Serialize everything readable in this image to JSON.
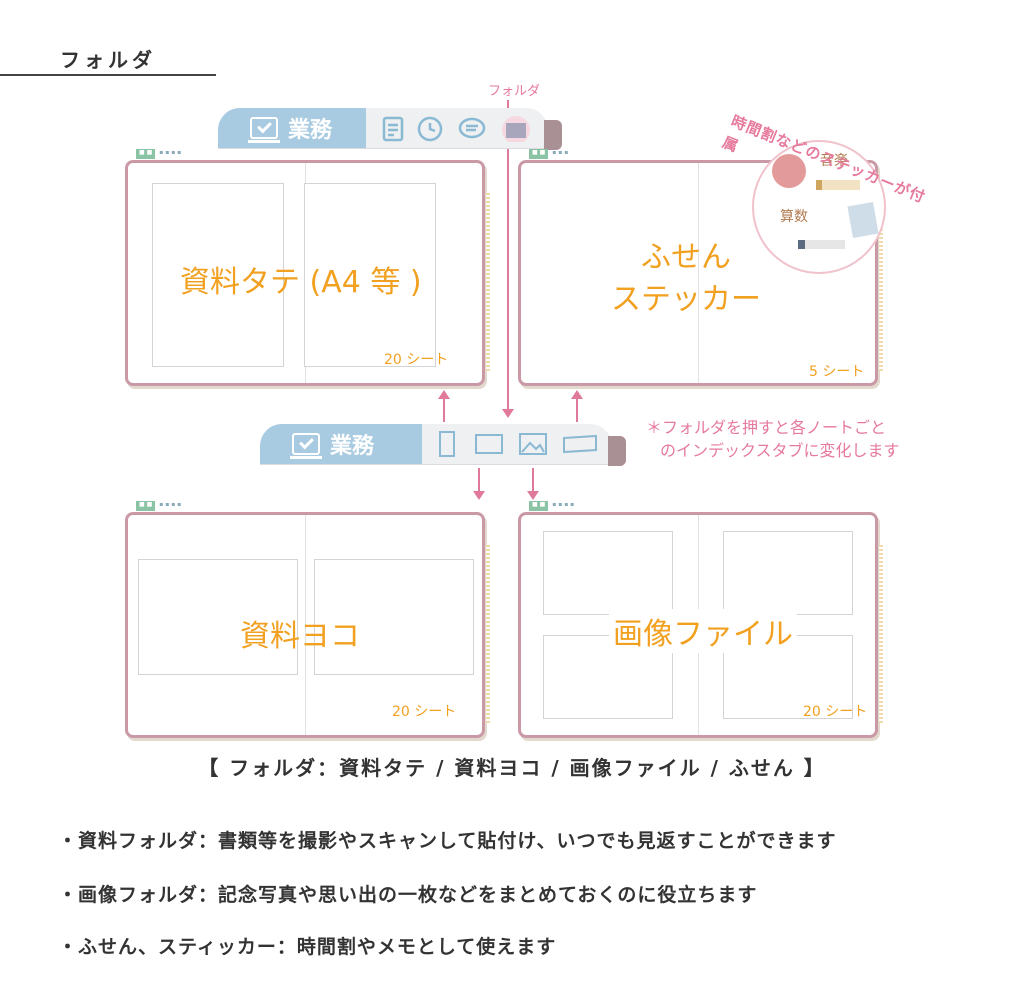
{
  "section_title": "フォルダ",
  "folder_label": "フォルダ",
  "tabbar_top": {
    "main_label": "業務",
    "icons": [
      "note-icon",
      "clock-icon",
      "chat-bubble-icon",
      "folder-icon"
    ]
  },
  "tabbar_mid": {
    "main_label": "業務",
    "icons": [
      "portrait-page-icon",
      "landscape-page-icon",
      "image-icon",
      "sticky-note-icon"
    ]
  },
  "sticker_note": {
    "arc_text": "時間割などのステッカーが付属",
    "labels": [
      "音楽",
      "算数"
    ]
  },
  "index_note": [
    "＊フォルダを押すと各ノートごと",
    "のインデックスタブに変化します"
  ],
  "books": [
    {
      "title": "資料タテ (A4 等 )",
      "sheets": "20 シート"
    },
    {
      "title": "ふせん\nステッカー",
      "sheets": "5 シート"
    },
    {
      "title": "資料ヨコ",
      "sheets": "20 シート"
    },
    {
      "title": "画像ファイル",
      "sheets": "20 シート"
    }
  ],
  "caption": "【 フォルダ：資料タテ / 資料ヨコ / 画像ファイル / ふせん 】",
  "bullets": [
    "・資料フォルダ：書類等を撮影やスキャンして貼付け、いつでも見返すことができます",
    "・画像フォルダ：記念写真や思い出の一枚などをまとめておくのに役立ちます",
    "・ふせん、スティッカー：時間割やメモとして使えます"
  ],
  "colors": {
    "accent_orange": "#f2a020",
    "pink": "#e67a9c",
    "tab_blue": "#a9cbe1",
    "book_border": "#c99aa5"
  }
}
